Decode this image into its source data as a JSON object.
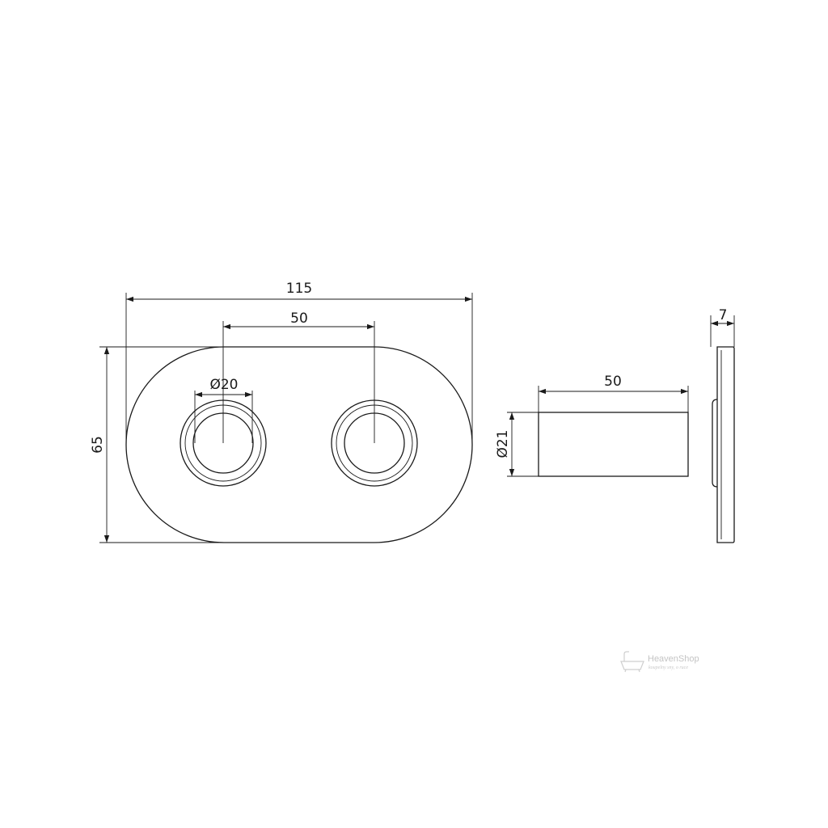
{
  "front_view": {
    "dim_overall_width": "115",
    "dim_center_spacing": "50",
    "dim_hole_diameter": "Ø20",
    "dim_height": "65"
  },
  "sleeve_view": {
    "dim_length": "50",
    "dim_diameter": "Ø21"
  },
  "side_view": {
    "dim_thickness": "7"
  },
  "watermark": {
    "brand": "HeavenShop",
    "tagline": "koupelny sny, o ruce"
  }
}
